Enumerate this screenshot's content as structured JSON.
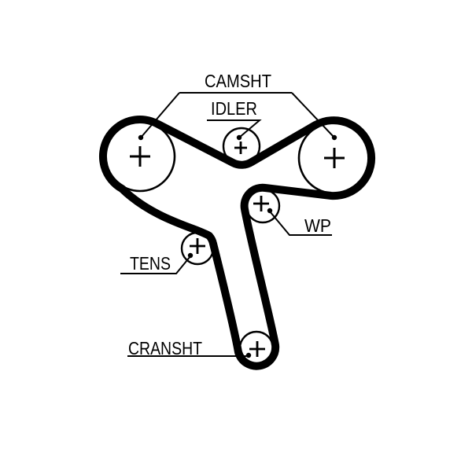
{
  "diagram": {
    "background": "#ffffff",
    "line_color": "#000000",
    "labels": {
      "camshaft": "CAMSHT",
      "idler": "IDLER",
      "water_pump": "WP",
      "tensioner": "TENS",
      "crankshaft": "CRANSHT"
    },
    "pulley_center_mark": "+"
  }
}
